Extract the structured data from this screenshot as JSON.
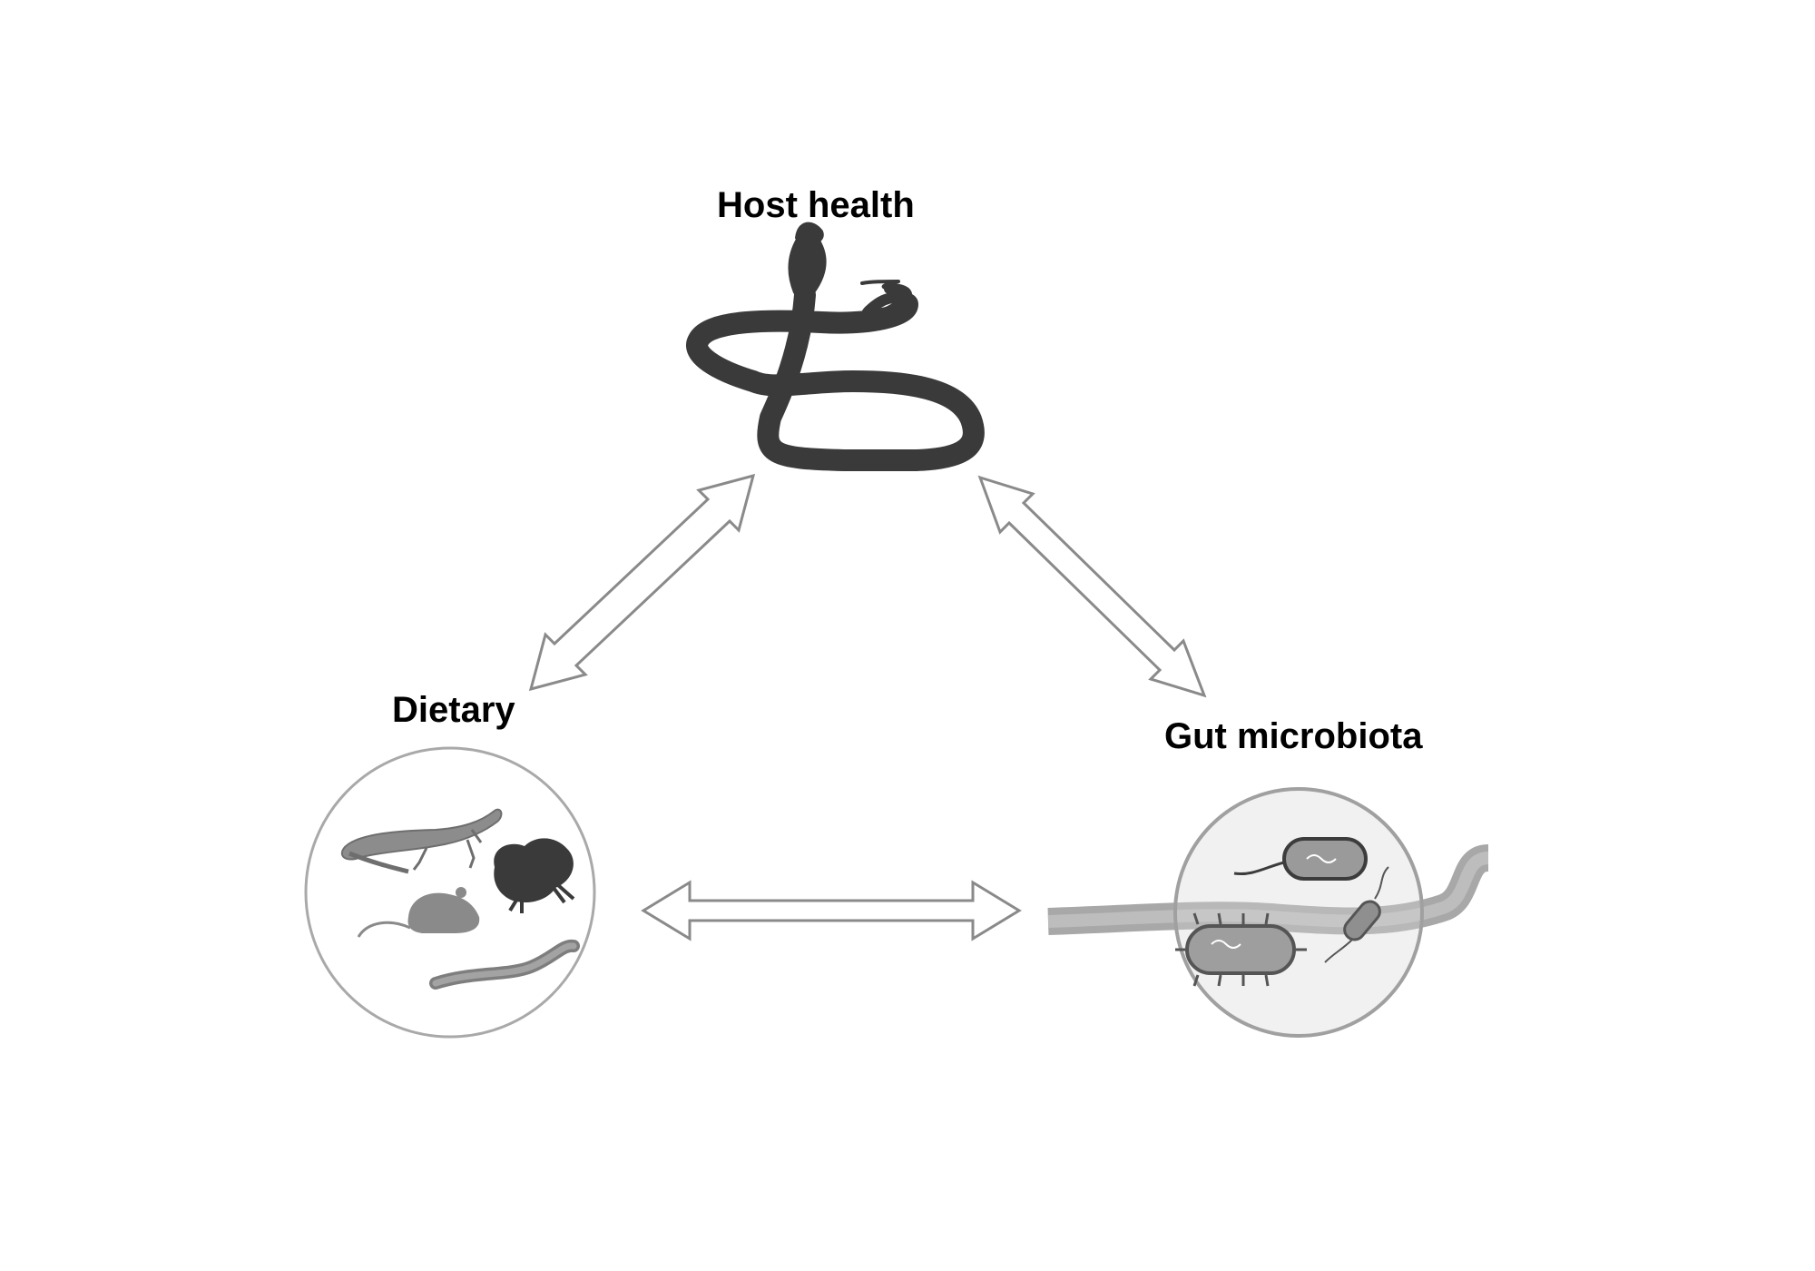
{
  "nodes": {
    "host": {
      "label": "Host health",
      "icon": "snake-icon"
    },
    "diet": {
      "label": "Dietary",
      "icon": "prey-animals-icon"
    },
    "gut": {
      "label": "Gut microbiota",
      "icon": "bacteria-in-gut-icon"
    }
  },
  "colors": {
    "snake": "#3a3a3a",
    "arrow_stroke": "#8a8a8a",
    "circle_stroke": "#a9a9a9",
    "gut_tube": "#a8a8a8",
    "bacteria": "#9a9a9a"
  }
}
